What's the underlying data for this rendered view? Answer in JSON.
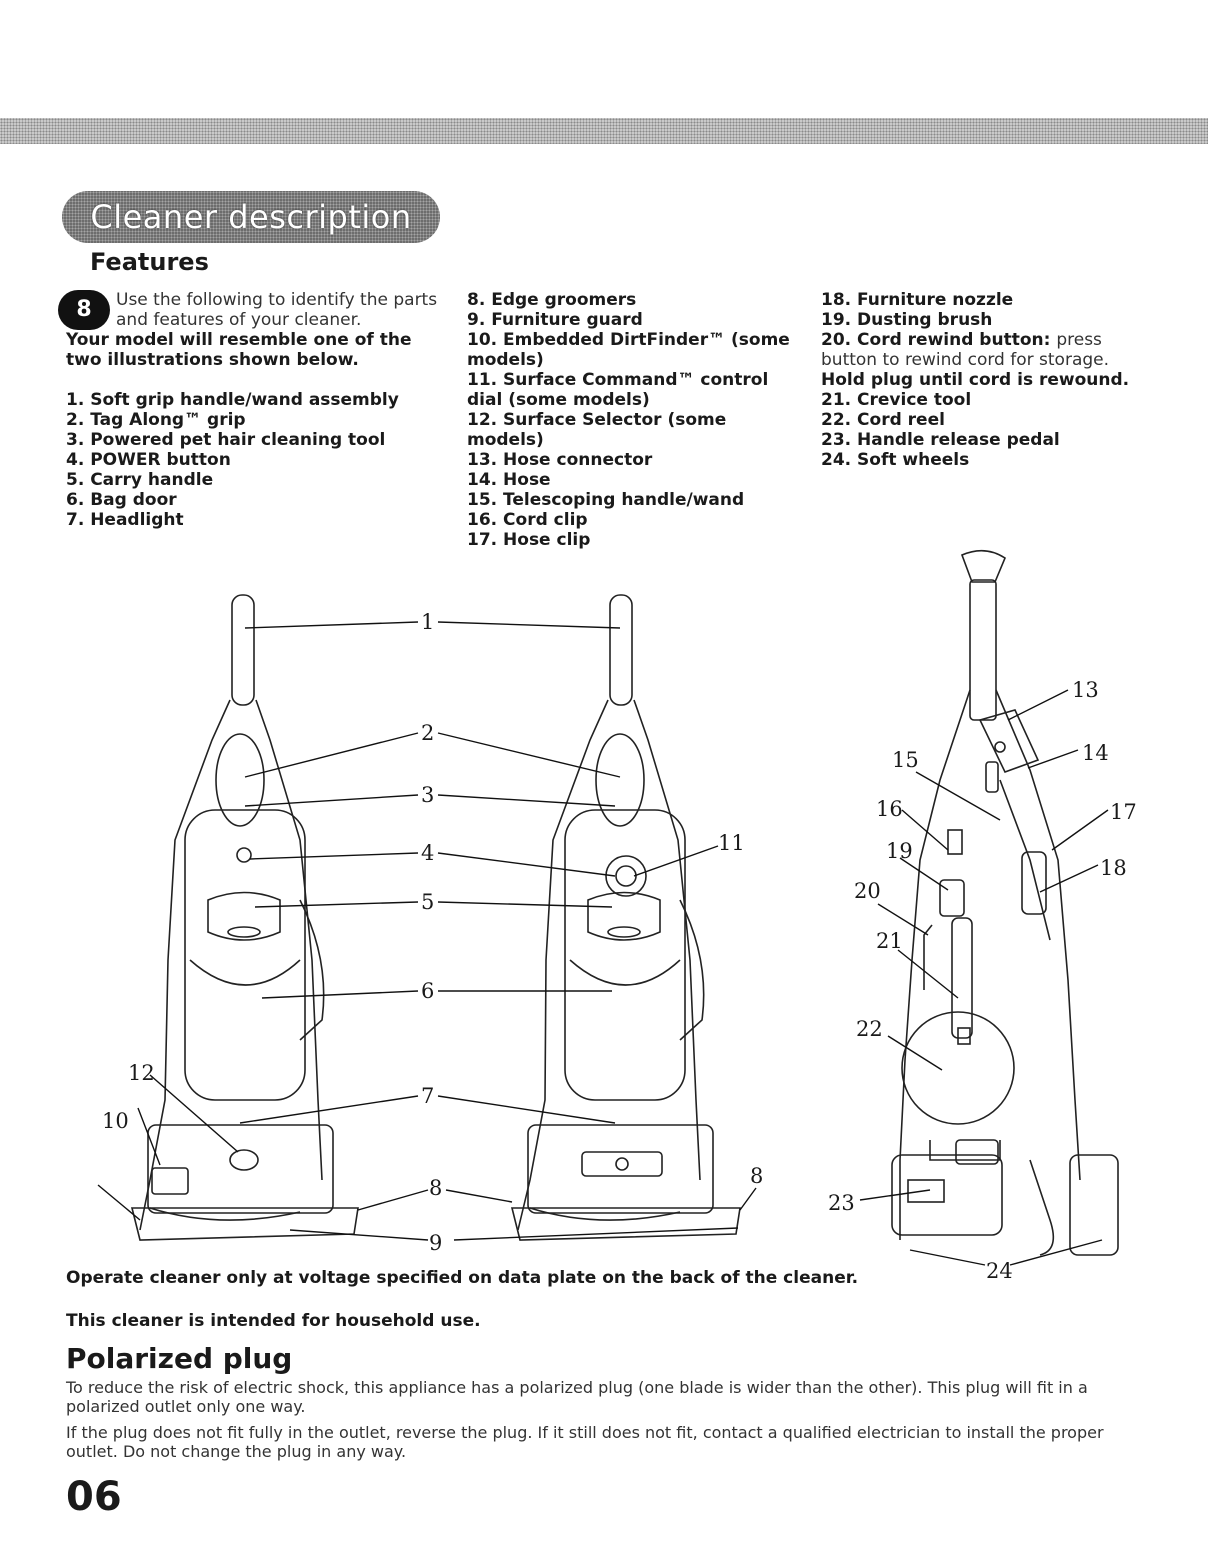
{
  "section_title": "Cleaner description",
  "features_heading": "Features",
  "step_number": "8",
  "intro_text": "Use the following to identify the parts and features of your cleaner.",
  "intro_bold": "Your model will resemble one of the two illustrations shown below.",
  "parts_col1": [
    "1. Soft grip handle/wand assembly",
    "2. Tag Along™ grip",
    "3. Powered pet hair cleaning tool",
    "4. POWER button",
    "5. Carry handle",
    "6. Bag door",
    "7. Headlight"
  ],
  "parts_col2": [
    "8. Edge groomers",
    "9. Furniture guard",
    "10. Embedded DirtFinder™ (some models)",
    "11. Surface Command™ control dial (some models)",
    "12. Surface Selector (some models)",
    "13. Hose connector",
    "14. Hose",
    "15. Telescoping handle/wand",
    "16. Cord clip",
    "17. Hose clip"
  ],
  "parts_col3_a": [
    "18. Furniture nozzle",
    "19. Dusting brush"
  ],
  "item20_label": "20. Cord rewind button:",
  "item20_text": "press button to rewind cord for storage.",
  "item20_bold": "Hold plug until cord is rewound.",
  "parts_col3_b": [
    "21. Crevice tool",
    "22. Cord reel",
    "23. Handle release pedal",
    "24. Soft wheels"
  ],
  "callouts": {
    "c1": "1",
    "c2": "2",
    "c3": "3",
    "c4": "4",
    "c5": "5",
    "c6": "6",
    "c7": "7",
    "c8a": "8",
    "c8b": "8",
    "c9": "9",
    "c10": "10",
    "c11": "11",
    "c12": "12",
    "c13": "13",
    "c14": "14",
    "c15": "15",
    "c16": "16",
    "c17": "17",
    "c18": "18",
    "c19": "19",
    "c20": "20",
    "c21": "21",
    "c22": "22",
    "c23": "23",
    "c24": "24"
  },
  "note_voltage": "Operate cleaner only at voltage specified on data plate on the back of the cleaner.",
  "note_household": "This cleaner is intended for household use.",
  "plug_heading": "Polarized plug",
  "plug_para1": "To reduce the risk of electric shock, this appliance has a polarized plug (one blade is wider than the other). This plug will fit in a polarized outlet only one way.",
  "plug_para2": "If the plug does not fit fully in the outlet, reverse the plug. If it still does not fit, contact a qualified electrician to install the proper outlet. Do not change the plug in any way.",
  "page_number": "06"
}
